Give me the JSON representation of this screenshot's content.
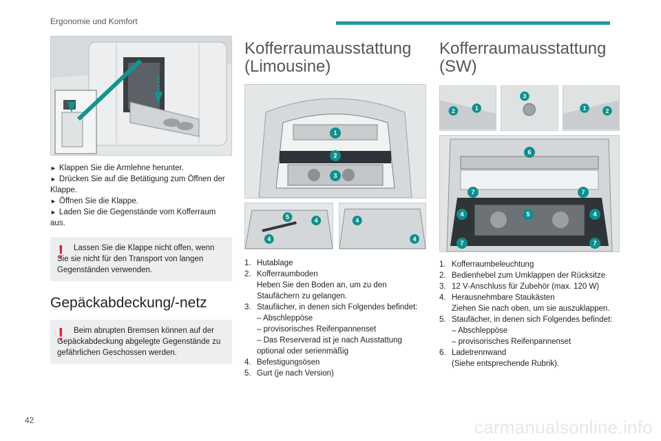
{
  "header": {
    "section_title": "Ergonomie und Komfort",
    "accent_color": "#1a9aa0"
  },
  "page_number": "42",
  "watermark": "carmanualsonline.info",
  "callout_color": "#0f8f8c",
  "warning_color": "#e8202e",
  "col1": {
    "steps": [
      "Klappen Sie die Armlehne herunter.",
      "Drücken Sie auf die Betätigung zum Öffnen der Klappe.",
      "Öffnen Sie die Klappe.",
      "Laden Sie die Gegenstände vom Kofferraum aus."
    ],
    "step_marker": "►",
    "warning1": "Lassen Sie die Klappe nicht offen, wenn Sie sie nicht für den Transport von langen Gegenständen verwenden.",
    "heading": "Gepäckabdeckung/-netz",
    "warning2": "Beim abrupten Bremsen können auf der Gepäckabdeckung abgelegte Gegenstände zu gefährlichen Geschossen werden."
  },
  "col2": {
    "heading": "Kofferraumausstattung (Limousine)",
    "callouts_main": [
      "1",
      "2",
      "3"
    ],
    "callouts_left": [
      "5",
      "4",
      "4"
    ],
    "callouts_right": [
      "4",
      "4"
    ],
    "items": [
      {
        "num": "1.",
        "text": "Hutablage",
        "subs": []
      },
      {
        "num": "2.",
        "text": "Kofferraumboden",
        "subs": [
          "Heben Sie den Boden an, um zu den Staufächern zu gelangen."
        ]
      },
      {
        "num": "3.",
        "text": "Staufächer, in denen sich Folgendes befindet:",
        "subs": [
          "– Abschleppöse",
          "– provisorisches Reifenpannenset",
          "– Das Reserverad ist je nach Ausstattung optional oder serienmäßig"
        ]
      },
      {
        "num": "4.",
        "text": "Befestigungsösen",
        "subs": []
      },
      {
        "num": "5.",
        "text": "Gurt (je nach Version)",
        "subs": []
      }
    ]
  },
  "col3": {
    "heading": "Kofferraumausstattung (SW)",
    "callouts_top_left": [
      "2",
      "1"
    ],
    "callouts_top_mid": [
      "3"
    ],
    "callouts_top_right": [
      "1",
      "2"
    ],
    "callouts_main": [
      "6",
      "7",
      "7",
      "4",
      "5",
      "4",
      "7",
      "7"
    ],
    "items": [
      {
        "num": "1.",
        "text": "Kofferraumbeleuchtung",
        "subs": []
      },
      {
        "num": "2.",
        "text": "Bedienhebel zum Umklappen der Rücksitze",
        "subs": []
      },
      {
        "num": "3.",
        "text": "12 V-Anschluss für Zubehör (max. 120 W)",
        "subs": []
      },
      {
        "num": "4.",
        "text": "Herausnehmbare Staukästen",
        "subs": [
          "Ziehen Sie nach oben, um sie auszuklappen."
        ]
      },
      {
        "num": "5.",
        "text": "Staufächer, in denen sich Folgendes befindet:",
        "subs": [
          "– Abschleppöse",
          "– provisorisches Reifenpannenset"
        ]
      },
      {
        "num": "6.",
        "text": "Ladetrennwand",
        "subs": [
          "(Siehe entsprechende Rubrik)."
        ]
      }
    ]
  }
}
